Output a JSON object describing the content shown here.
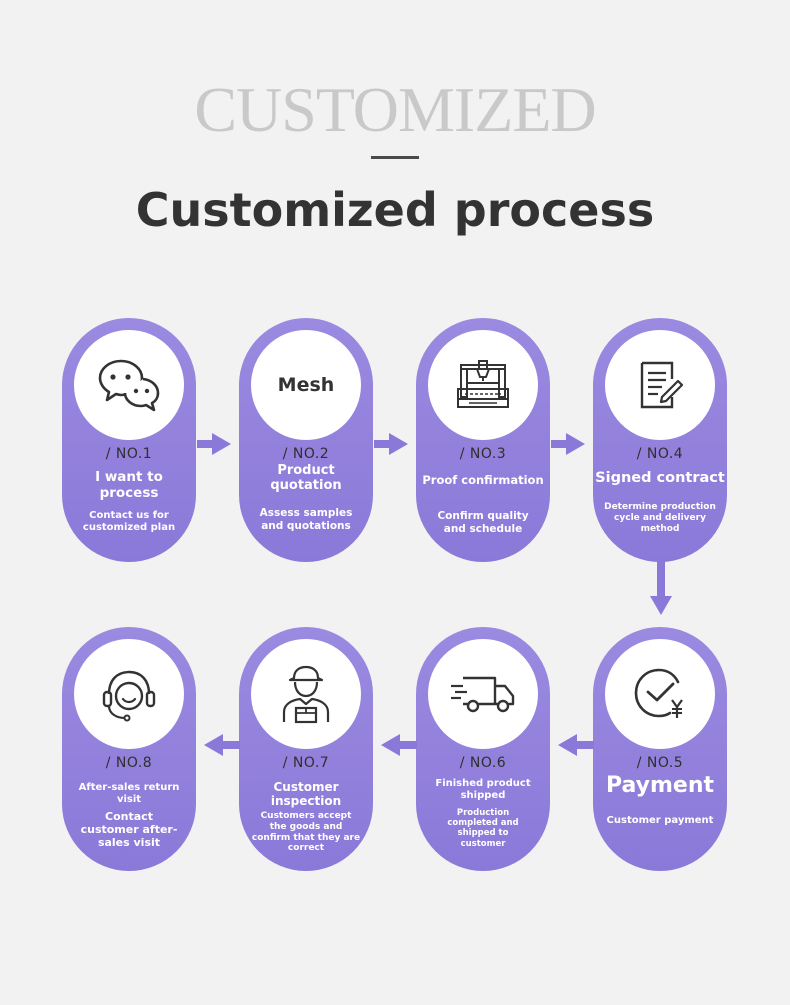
{
  "header": {
    "watermark": "CUSTOMIZED",
    "title": "Customized process"
  },
  "colors": {
    "card": "#8b79d9",
    "arrow": "#8b79d9",
    "background": "#f2f2f2",
    "title": "#333333"
  },
  "steps": [
    {
      "no": "/ NO.1",
      "name": "I want to process",
      "desc": "Contact us for customized plan",
      "icon": "chat-bubbles-icon"
    },
    {
      "no": "/ NO.2",
      "name": "Product quotation",
      "desc": "Assess samples and quotations",
      "icon_text": "Mesh"
    },
    {
      "no": "/ NO.3",
      "name": "Proof confirmation",
      "desc": "Confirm quality and schedule",
      "icon": "machine-icon"
    },
    {
      "no": "/ NO.4",
      "name": "Signed contract",
      "desc": "Determine production cycle and delivery method",
      "icon": "contract-icon"
    },
    {
      "no": "/ NO.5",
      "name": "Payment",
      "desc": "Customer payment",
      "icon": "payment-yen-icon"
    },
    {
      "no": "/ NO.6",
      "name": "Finished product shipped",
      "desc": "Production completed and shipped to customer",
      "icon": "delivery-truck-icon"
    },
    {
      "no": "/ NO.7",
      "name": "Customer inspection",
      "desc": "Customers accept the goods and confirm that they are correct",
      "icon": "courier-icon"
    },
    {
      "no": "/ NO.8",
      "name": "After-sales return visit",
      "desc": "Contact customer after-sales visit",
      "icon": "headset-icon"
    }
  ]
}
